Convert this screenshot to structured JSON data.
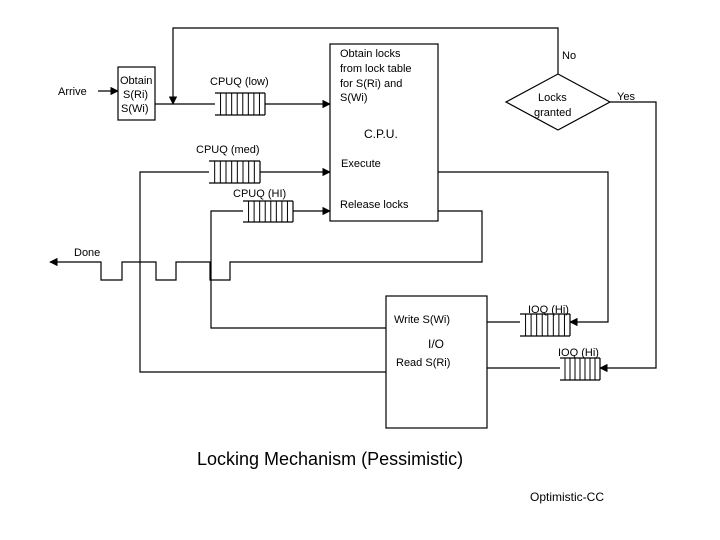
{
  "diagram": {
    "arrive": "Arrive",
    "obtain_box": [
      "Obtain",
      "S(Ri)",
      "S(Wi)"
    ],
    "cpuq_low": "CPUQ (low)",
    "cpuq_med": "CPUQ (med)",
    "cpuq_hi": "CPUQ (HI)",
    "obtain_locks": [
      "Obtain locks",
      "from lock table",
      "for S(Ri) and",
      "S(Wi)"
    ],
    "no": "No",
    "locks_granted": [
      "Locks",
      "granted"
    ],
    "yes": "Yes",
    "cpu": "C.P.U.",
    "execute": "Execute",
    "release_locks": "Release locks",
    "done": "Done",
    "write": "Write S(Wi)",
    "io": "I/O",
    "read": "Read S(Ri)",
    "ioq_top": "IOQ (Hi)",
    "ioq_bottom": "IOQ (Hi)",
    "title": "Locking Mechanism (Pessimistic)",
    "footer": "Optimistic-CC"
  }
}
